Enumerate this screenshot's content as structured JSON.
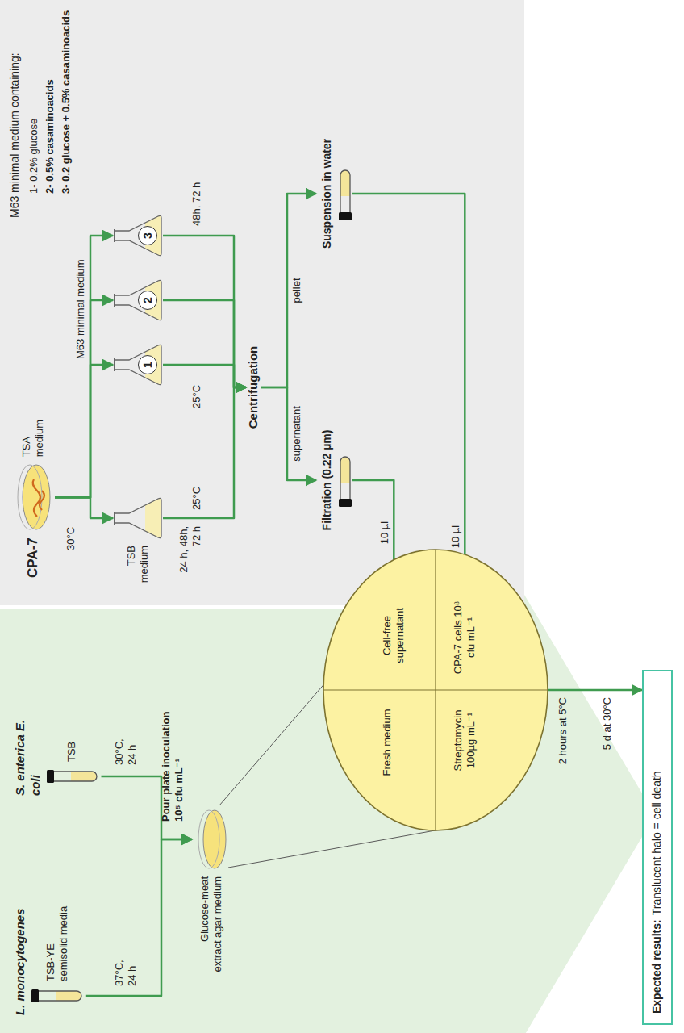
{
  "diagram": {
    "nodes": [
      {
        "text": [
          "L. monocytogenes",
          "TSB-YE semisolid media"
        ]
      },
      {
        "text": [
          "S. enterica E. coli",
          "TSB"
        ]
      },
      {
        "text": [
          "Glucose-meat extract agar medium"
        ]
      },
      {
        "text": []
      },
      {
        "text": [
          "Fresh medium"
        ],
        "in": 3
      },
      {
        "text": [
          "Cell-free supernatant"
        ],
        "in": 3
      },
      {
        "text": [
          "Streptomycin 100µg mL⁻¹"
        ],
        "in": 3
      },
      {
        "text": [
          "CPA-7 cells 10⁸ cfu mL⁻¹"
        ],
        "in": 3
      },
      {
        "text": [
          "Expected results:",
          "Translucent halo = cell death"
        ]
      },
      {
        "text": [
          "CPA-7",
          "TSA medium"
        ]
      },
      {
        "text": [
          "TSB medium"
        ]
      },
      {
        "text": [
          "1"
        ]
      },
      {
        "text": [
          "2"
        ]
      },
      {
        "text": [
          "3"
        ]
      },
      {
        "text": [
          "Centrifugation"
        ]
      },
      {
        "text": [
          "Filtration (0.22 µm)"
        ]
      },
      {
        "text": [
          "Suspension in water"
        ]
      }
    ],
    "edges": [
      {
        "from": 0,
        "to": 2,
        "arrow": "to"
      },
      {
        "from": 1,
        "to": 2,
        "arrow": "to"
      },
      {
        "from": 3,
        "to": 8,
        "arrow": "to"
      },
      {
        "from": 9,
        "to": 10,
        "arrow": "to"
      },
      {
        "from": 9,
        "to": 11,
        "arrow": "to"
      },
      {
        "from": 9,
        "to": 12,
        "arrow": "to"
      },
      {
        "from": 9,
        "to": 13,
        "arrow": "to"
      },
      {
        "from": 10,
        "to": 14,
        "arrow": "to"
      },
      {
        "from": 11,
        "to": 14,
        "arrow": "to"
      },
      {
        "from": 12,
        "to": 14,
        "arrow": "to"
      },
      {
        "from": 13,
        "to": 14,
        "arrow": "to"
      },
      {
        "from": 14,
        "to": 15,
        "label": "supernatant",
        "arrow": "to"
      },
      {
        "from": 14,
        "to": 16,
        "label": "pellet",
        "arrow": "to"
      },
      {
        "from": 15,
        "to": 5,
        "label": "10 µl",
        "arrow": "to"
      },
      {
        "from": 16,
        "to": 7,
        "label": "10 µl",
        "arrow": "to"
      }
    ],
    "labels": [
      "37°C, 24 h",
      "30°C, 24 h",
      "Pour plate inoculation 10⁵ cfu mL⁻¹",
      "2 hours at 5°C",
      "5 d at 30°C",
      "30°C",
      "M63 minimal medium",
      "M63 minimal medium containing:",
      "1- 0.2% glucose",
      "2- 0.5% casaminoacids",
      "3- 0.2 glucose + 0.5% casaminoacids",
      "25°C",
      "24 h, 48h, 72 h",
      "25°C",
      "48h, 72 h"
    ]
  }
}
